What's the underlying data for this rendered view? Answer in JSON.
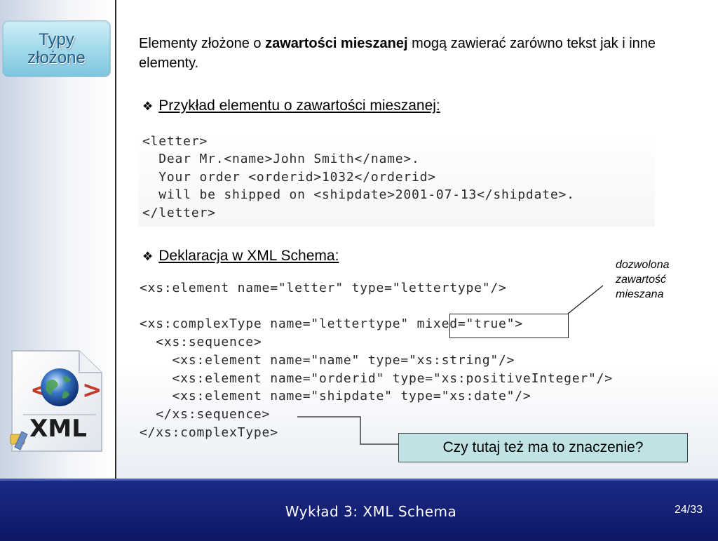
{
  "sidebar": {
    "section_tab": "Typy\nzłożone"
  },
  "intro": {
    "text_before": "Elementy złożone o ",
    "bold": "zawartości mieszanej",
    "text_after": " mogą zawierać zarówno tekst jak i inne elementy."
  },
  "bullet1": {
    "label": "Przykład elementu o zawartości mieszanej:"
  },
  "code_example": "<letter>\n  Dear Mr.<name>John Smith</name>.\n  Your order <orderid>1032</orderid>\n  will be shipped on <shipdate>2001-07-13</shipdate>.\n</letter>",
  "bullet2": {
    "label": "Deklaracja w XML Schema:"
  },
  "code_schema": "<xs:element name=\"letter\" type=\"lettertype\"/>\n\n<xs:complexType name=\"lettertype\" mixed=\"true\">\n  <xs:sequence>\n    <xs:element name=\"name\" type=\"xs:string\"/>\n    <xs:element name=\"orderid\" type=\"xs:positiveInteger\"/>\n    <xs:element name=\"shipdate\" type=\"xs:date\"/>\n  </xs:sequence>\n</xs:complexType>",
  "annotation": "dozwolona\nzawartość\nmieszana",
  "question": "Czy tutaj też ma to znaczenie?",
  "logo": {
    "text": "XML",
    "icon": "xml-globe-document-icon"
  },
  "footer": {
    "title": "Wykład 3: XML Schema",
    "page": "24/33"
  },
  "colors": {
    "footer_bg": "#1b2a86",
    "question_bg": "#bfe3e4",
    "tab_text": "#1f5f8a"
  }
}
